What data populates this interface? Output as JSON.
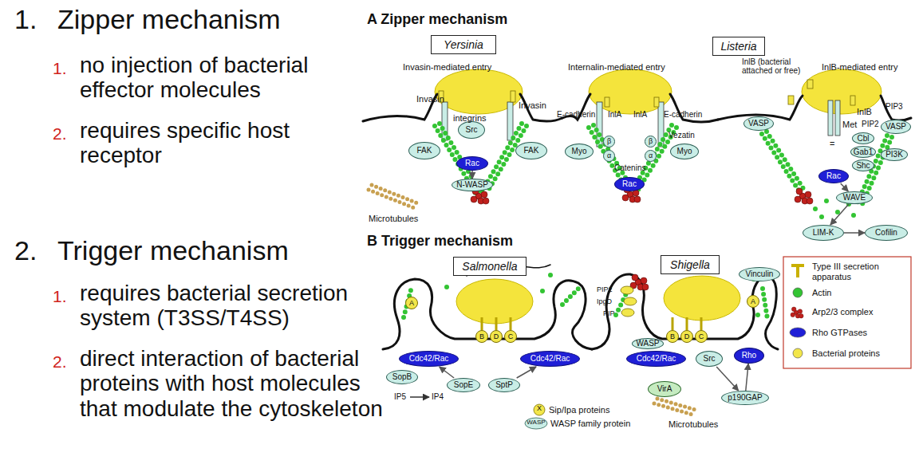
{
  "diagram": {
    "nodes": [
      {
        "text": [
          "Yersinia"
        ]
      },
      {
        "text": [
          "Listeria"
        ]
      },
      {
        "text": [
          "FAK"
        ]
      },
      {
        "text": [
          "Src"
        ]
      },
      {
        "text": [
          "FAK"
        ]
      },
      {
        "text": [
          "Rac"
        ]
      },
      {
        "text": [
          "N-WASP"
        ]
      },
      {
        "text": [
          "Myo"
        ]
      },
      {
        "text": [
          "β"
        ]
      },
      {
        "text": [
          "α"
        ]
      },
      {
        "text": [
          "β"
        ]
      },
      {
        "text": [
          "α"
        ]
      },
      {
        "text": [
          "Myo"
        ]
      },
      {
        "text": [
          "Rac"
        ]
      },
      {
        "text": [
          "VASP"
        ]
      },
      {
        "text": [
          "Cbl"
        ]
      },
      {
        "text": [
          "Gab1"
        ]
      },
      {
        "text": [
          "Shc"
        ]
      },
      {
        "text": [
          "PI3K"
        ]
      },
      {
        "text": [
          "VASP"
        ]
      },
      {
        "text": [
          "Rac"
        ]
      },
      {
        "text": [
          "WAVE"
        ]
      },
      {
        "text": [
          "LIM-K"
        ]
      },
      {
        "text": [
          "Cofilin"
        ]
      },
      {
        "text": [
          "Salmonella"
        ]
      },
      {
        "text": [
          "A"
        ]
      },
      {
        "text": [
          "B"
        ]
      },
      {
        "text": [
          "D"
        ]
      },
      {
        "text": [
          "C"
        ]
      },
      {
        "text": [
          "Cdc42/Rac"
        ]
      },
      {
        "text": [
          "Cdc42/Rac"
        ]
      },
      {
        "text": [
          "SopB"
        ]
      },
      {
        "text": [
          "SopE"
        ]
      },
      {
        "text": [
          "SptP"
        ]
      },
      {
        "text": [
          "Shigella"
        ]
      },
      {
        "text": [
          "Vinculin"
        ]
      },
      {
        "text": [
          "A"
        ]
      },
      {
        "text": [
          "B"
        ]
      },
      {
        "text": [
          "D"
        ]
      },
      {
        "text": [
          "C"
        ]
      },
      {
        "text": [
          "WASP"
        ]
      },
      {
        "text": [
          "Cdc42/Rac"
        ]
      },
      {
        "text": [
          "Src"
        ]
      },
      {
        "text": [
          "Rho"
        ]
      },
      {
        "text": [
          "VirA"
        ]
      },
      {
        "text": [
          "p190GAP"
        ]
      }
    ],
    "edges": [
      {
        "from": 5,
        "to": 6,
        "arrow": "to"
      },
      {
        "from": 20,
        "to": 21,
        "arrow": "to"
      },
      {
        "from": 21,
        "to": 22,
        "arrow": "to"
      },
      {
        "from": 22,
        "to": 23,
        "arrow": "to"
      },
      {
        "from": 32,
        "to": 29,
        "arrow": "to"
      },
      {
        "from": 33,
        "to": 30,
        "arrow": "to"
      },
      {
        "from": 42,
        "to": 45,
        "arrow": "to"
      },
      {
        "from": 45,
        "to": 43,
        "arrow": "to"
      }
    ],
    "labels": [
      "1.",
      "Zipper mechanism",
      "1.",
      "no injection of bacterial effector molecules",
      "2.",
      "requires specific host receptor",
      "2.",
      "Trigger mechanism",
      "1.",
      "requires bacterial secretion system (T3SS/T4SS)",
      "2.",
      "direct interaction of bacterial proteins with host molecules that modulate the cytoskeleton",
      "A Zipper mechanism",
      "Invasin-mediated entry",
      "Invasin",
      "Invasin",
      "integrins",
      "Microtubules",
      "Internalin-mediated entry",
      "E-cadherin",
      "InlA",
      "InlA",
      "E-cadherin",
      "Vezatin",
      "Catenins",
      "InlB (bacterial attached or free)",
      "InlB-mediated entry",
      "InlB",
      "Met",
      "=",
      "PIP2",
      "PIP3",
      "B Trigger mechanism",
      "IP5",
      "IP4",
      "PIP2",
      "IpgD",
      "PIP",
      "X",
      "WASP",
      "Microtubules"
    ],
    "legend": [
      {
        "text": "Type III secretion apparatus"
      },
      {
        "text": "Actin",
        "color": "#33c433"
      },
      {
        "text": "Arp2/3 complex"
      },
      {
        "text": "Rho GTPases",
        "color": "#1f1fd6"
      },
      {
        "text": "Bacterial proteins",
        "color": "#f2e64a"
      },
      {
        "text": "Sip/Ipa proteins"
      },
      {
        "text": "WASP family protein"
      }
    ]
  }
}
